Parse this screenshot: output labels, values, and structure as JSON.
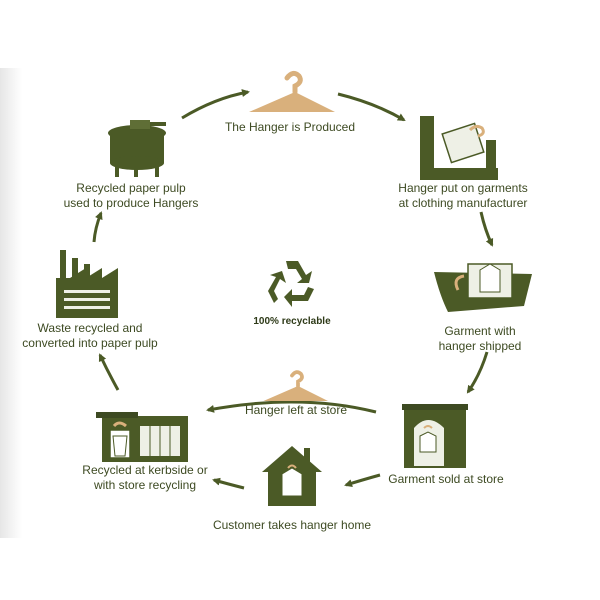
{
  "steps": [
    {
      "id": "produced",
      "label": "The Hanger is Produced"
    },
    {
      "id": "garments",
      "label_line1": "Hanger put on garments",
      "label_line2": "at clothing manufacturer"
    },
    {
      "id": "shipped",
      "label_line1": "Garment with",
      "label_line2": "hanger shipped"
    },
    {
      "id": "sold",
      "label": "Garment sold at store"
    },
    {
      "id": "home",
      "label": "Customer takes hanger home"
    },
    {
      "id": "kerbside",
      "label_line1": "Recycled at kerbside or",
      "label_line2": "with store recycling"
    },
    {
      "id": "waste",
      "label_line1": "Waste recycled and",
      "label_line2": "converted into paper pulp"
    },
    {
      "id": "pulp",
      "label_line1": "Recycled paper pulp",
      "label_line2": "used to produce Hangers"
    }
  ],
  "branch": {
    "label": "Hanger left at store"
  },
  "center": {
    "label": "100% recyclable",
    "icon": "recycle-icon"
  },
  "colors": {
    "green": "#4b5a26",
    "dark_green": "#3d4a22",
    "hanger": "#d9b07c",
    "text": "#3d4a22"
  }
}
